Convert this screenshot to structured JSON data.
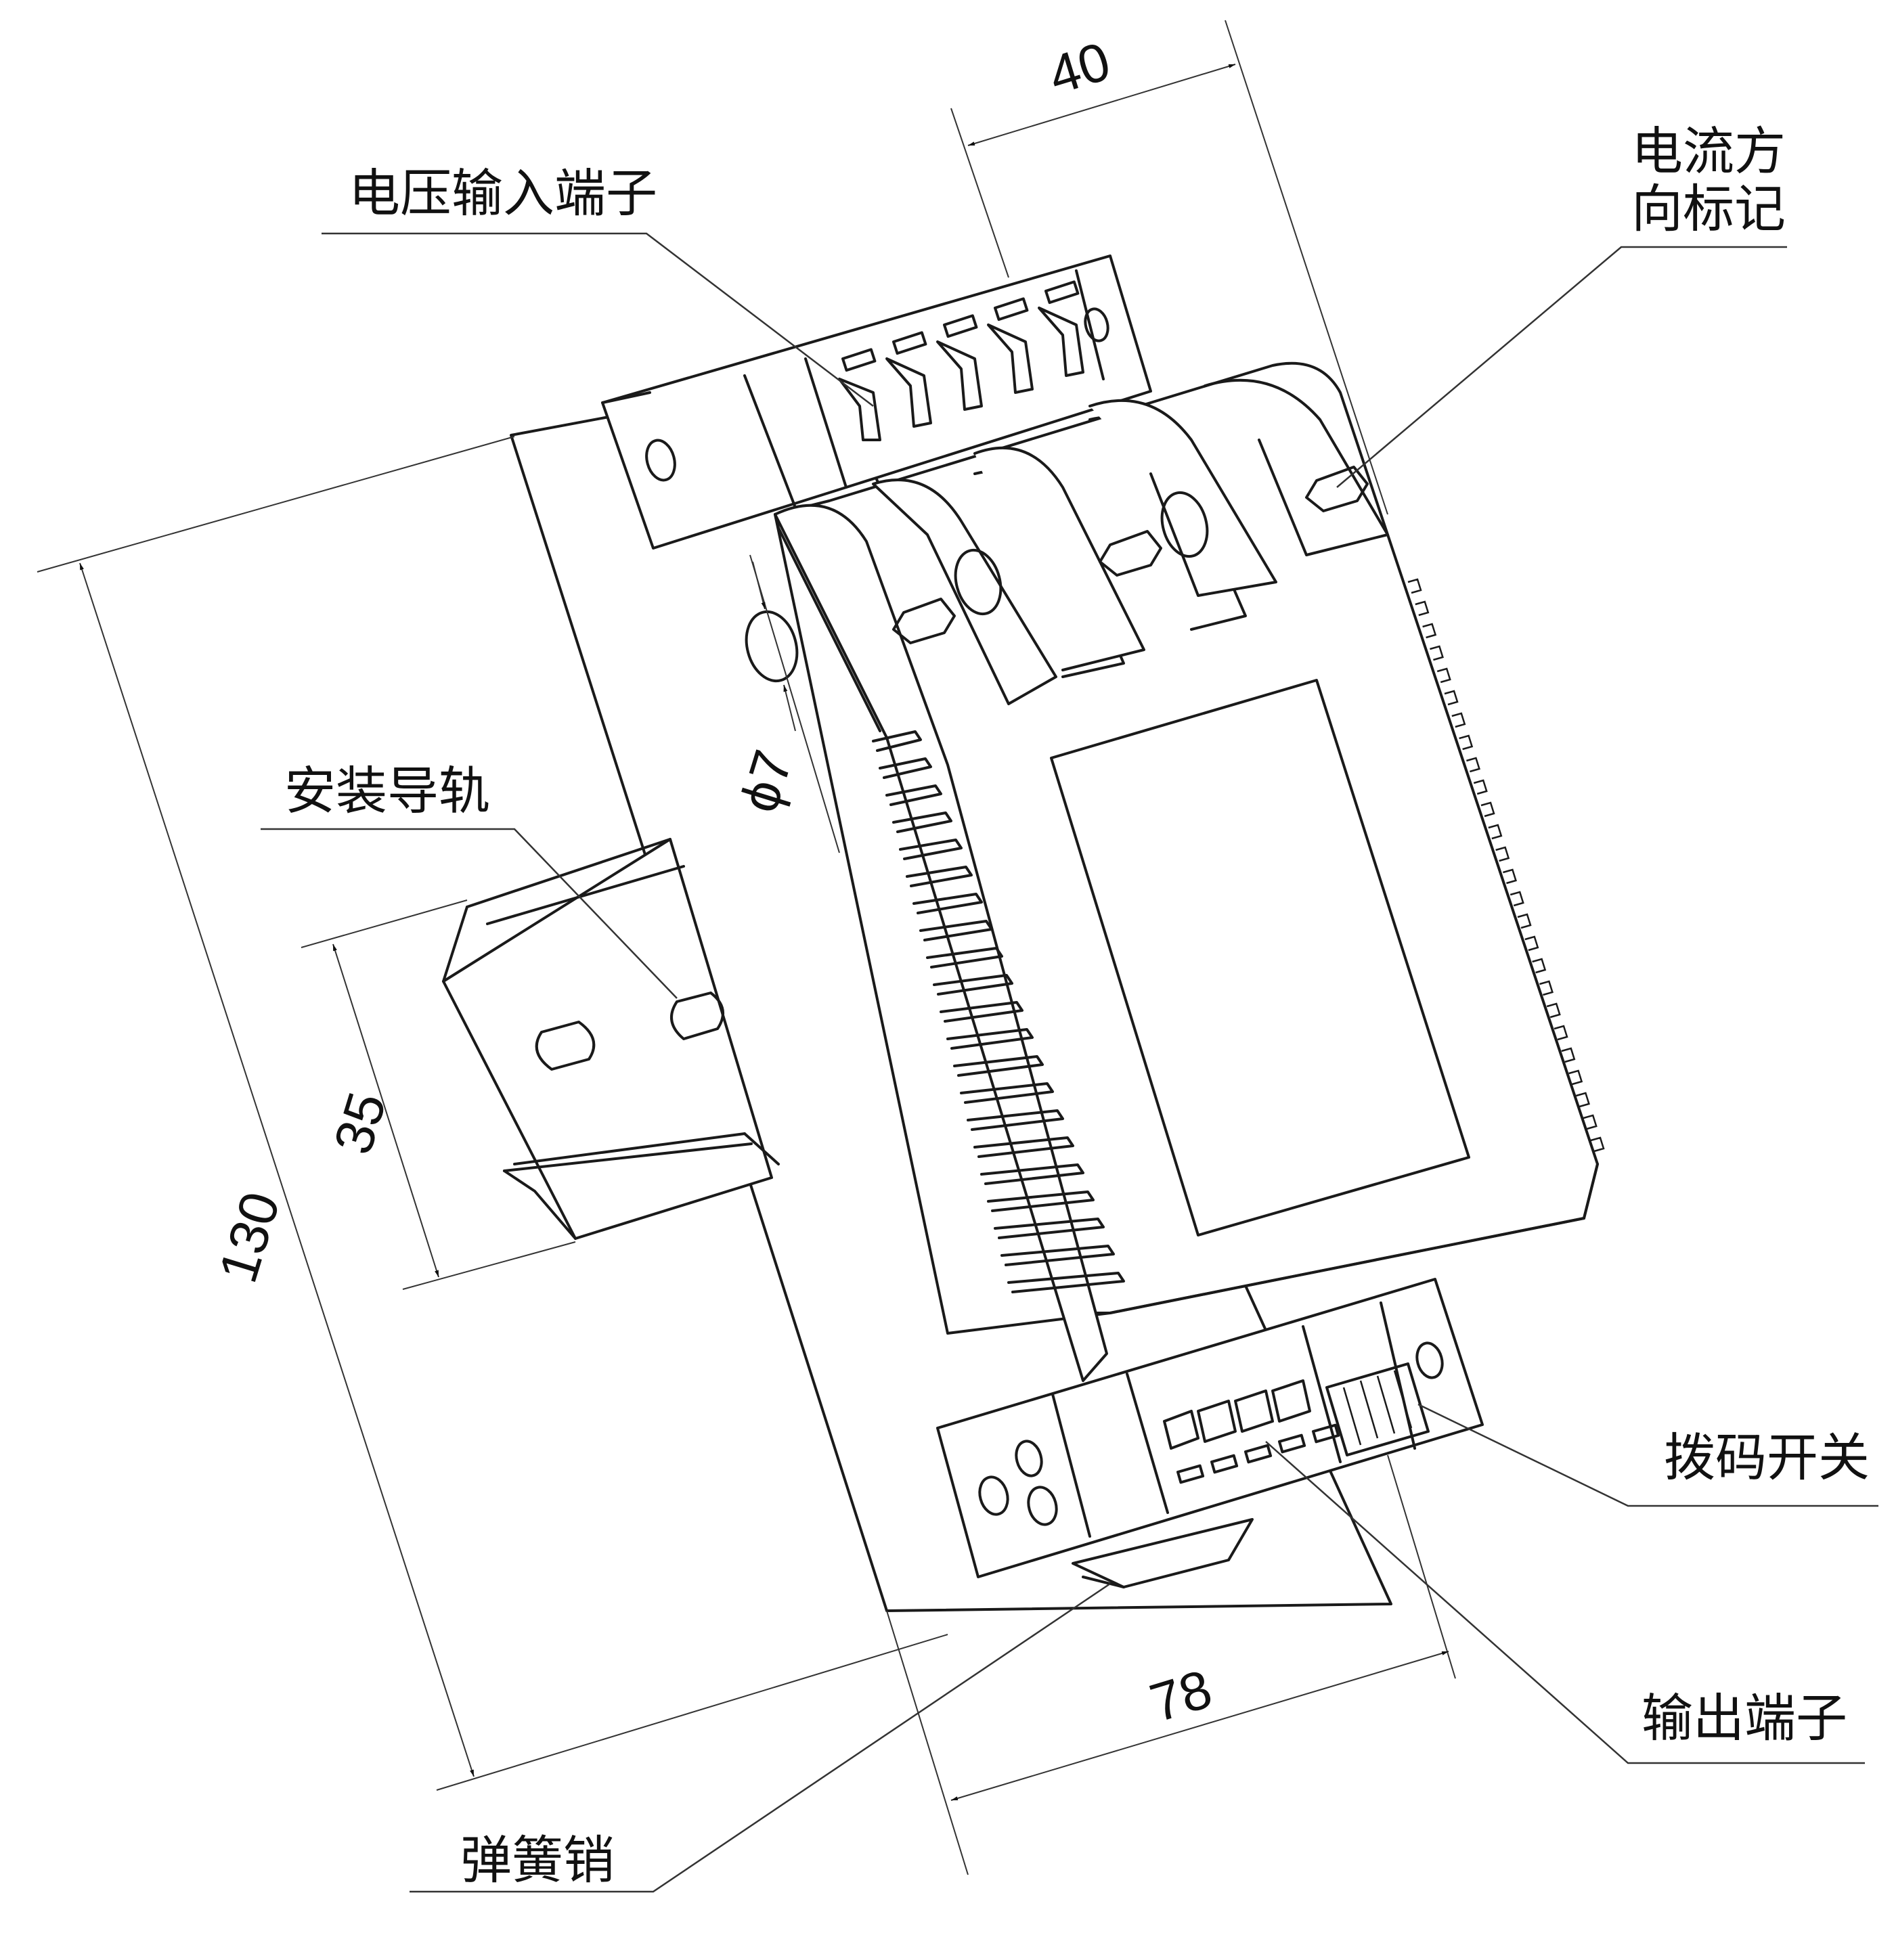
{
  "labels": {
    "voltage_input_terminal": "电压输入端子",
    "current_direction_mark_line1": "电流方",
    "current_direction_mark_line2": "向标记",
    "mounting_rail": "安装导轨",
    "dip_switch": "拨码开关",
    "output_terminal": "输出端子",
    "spring_pin": "弹簧销"
  },
  "dimensions": {
    "width_top": "40",
    "rail_height": "35",
    "height": "130",
    "depth": "78",
    "hole_diameter": "ϕ7"
  },
  "colors": {
    "line": "#1a1a1a",
    "background": "#ffffff"
  }
}
